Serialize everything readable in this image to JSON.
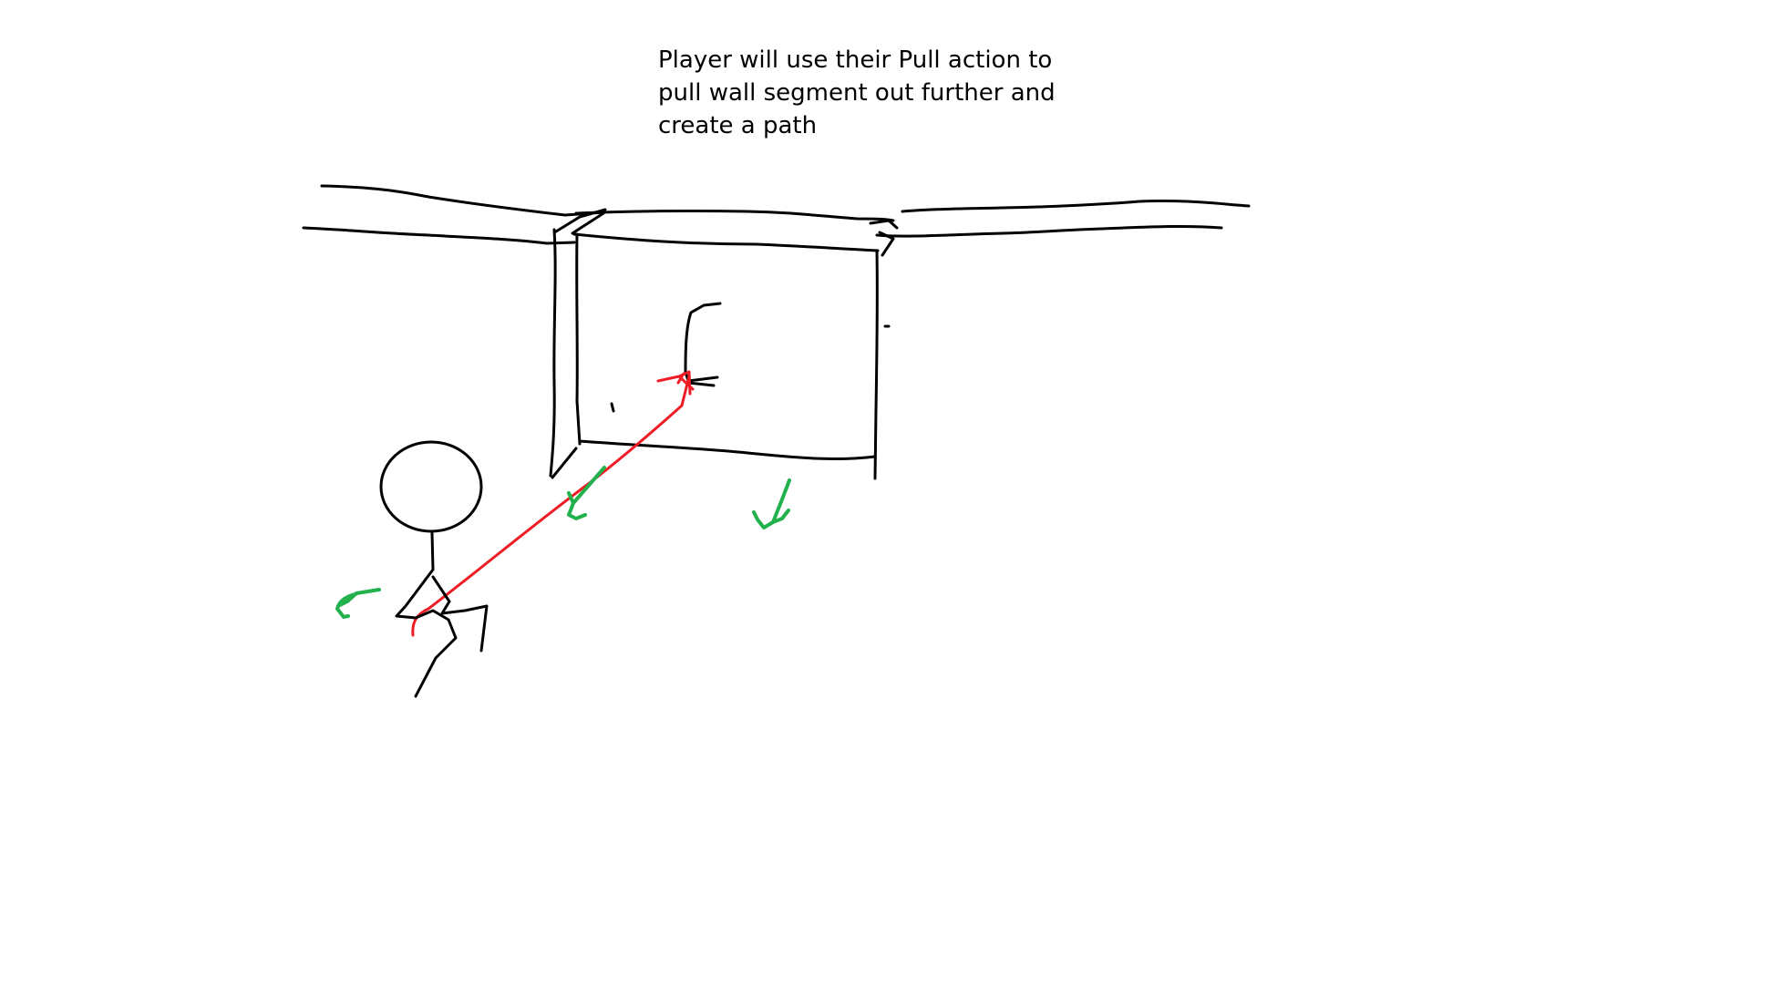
{
  "annotation": {
    "lines": [
      "Player will use their Pull action to",
      "pull wall segment out further and",
      "create a path"
    ]
  },
  "colors": {
    "background": "#ffffff",
    "wall_ink": "#000000",
    "pull_arrow": "#ee1c24",
    "motion_arrows": "#22b14c"
  },
  "icons": {
    "player": "stick-figure-icon",
    "pull": "red-pull-arrow-icon",
    "motion": "green-down-left-arrow-icon"
  }
}
